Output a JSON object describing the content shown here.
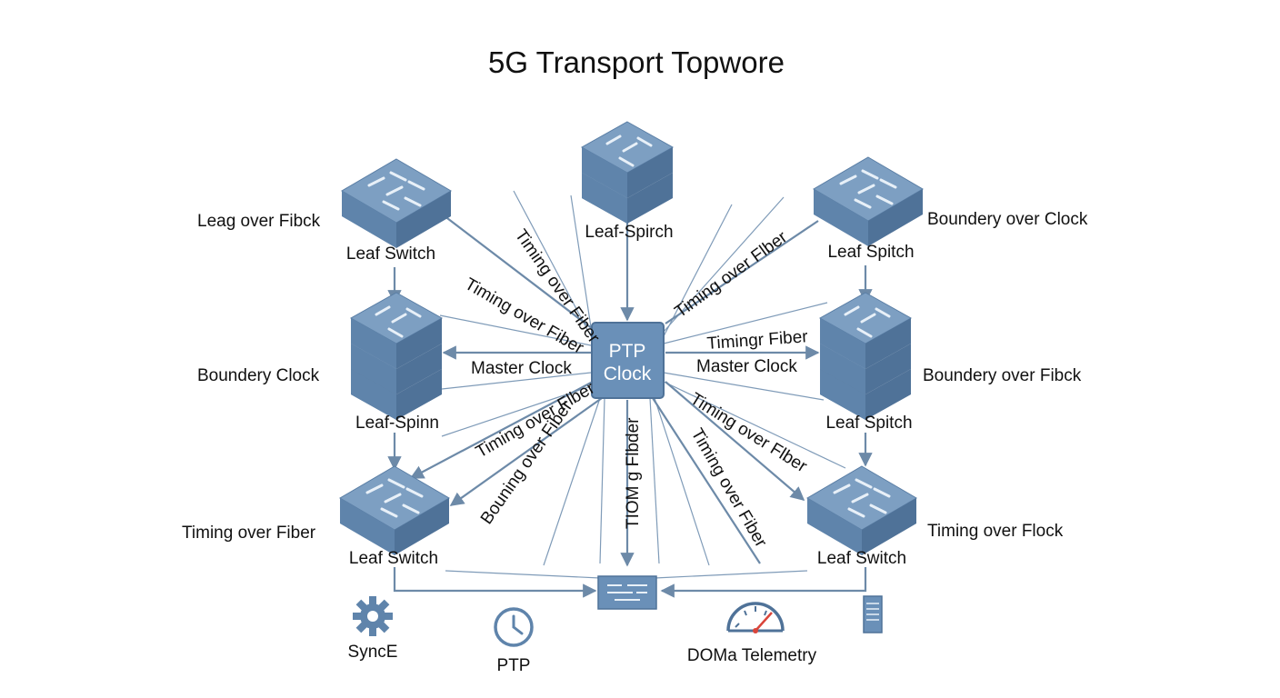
{
  "title": "5G Transport Topwore",
  "colors": {
    "device_top": "#7d9fc2",
    "device_front": "#5f84ab",
    "device_side": "#4f7298",
    "line": "#6d8aa8",
    "ptp_box": "#6a90b8"
  },
  "hub": {
    "line1": "PTP",
    "line2": "Clock"
  },
  "nodes": {
    "top": {
      "label": "Leaf-Spirch"
    },
    "top_left": {
      "label": "Leaf Switch",
      "side_label": "Leag over Fibck"
    },
    "top_right": {
      "label": "Leaf Spitch",
      "side_label": "Boundery over Clock"
    },
    "mid_left": {
      "label": "Leaf-Spinn",
      "side_label": "Boundery Clock"
    },
    "mid_right": {
      "label": "Leaf Spitch",
      "side_label": "Boundery over Fibck"
    },
    "bottom_left": {
      "label": "Leaf Switch",
      "side_label": "Timing over Fiber"
    },
    "bottom_right": {
      "label": "Leaf Switch",
      "side_label": "Timing over Flock"
    }
  },
  "link_labels": {
    "a": "Timing over Fiber",
    "b": "Timing over Fiber",
    "c": "Timing over Flber",
    "d": "Master Clock",
    "e": "Timingr Fiber",
    "f": "Master Clock",
    "g": "Timing over Flber",
    "h": "Bouning over Fiber",
    "i": "TIOM g Flbder",
    "j": "Timing over Fiber",
    "k": "Timing over Flber"
  },
  "legend": {
    "synce": {
      "icon": "gear-icon",
      "label": "SyncE"
    },
    "ptp": {
      "icon": "clock-icon",
      "label": "PTP"
    },
    "telemetry": {
      "icon": "gauge-icon",
      "label": "DOMa Telemetry"
    },
    "server": {
      "icon": "server-icon",
      "label": ""
    }
  }
}
